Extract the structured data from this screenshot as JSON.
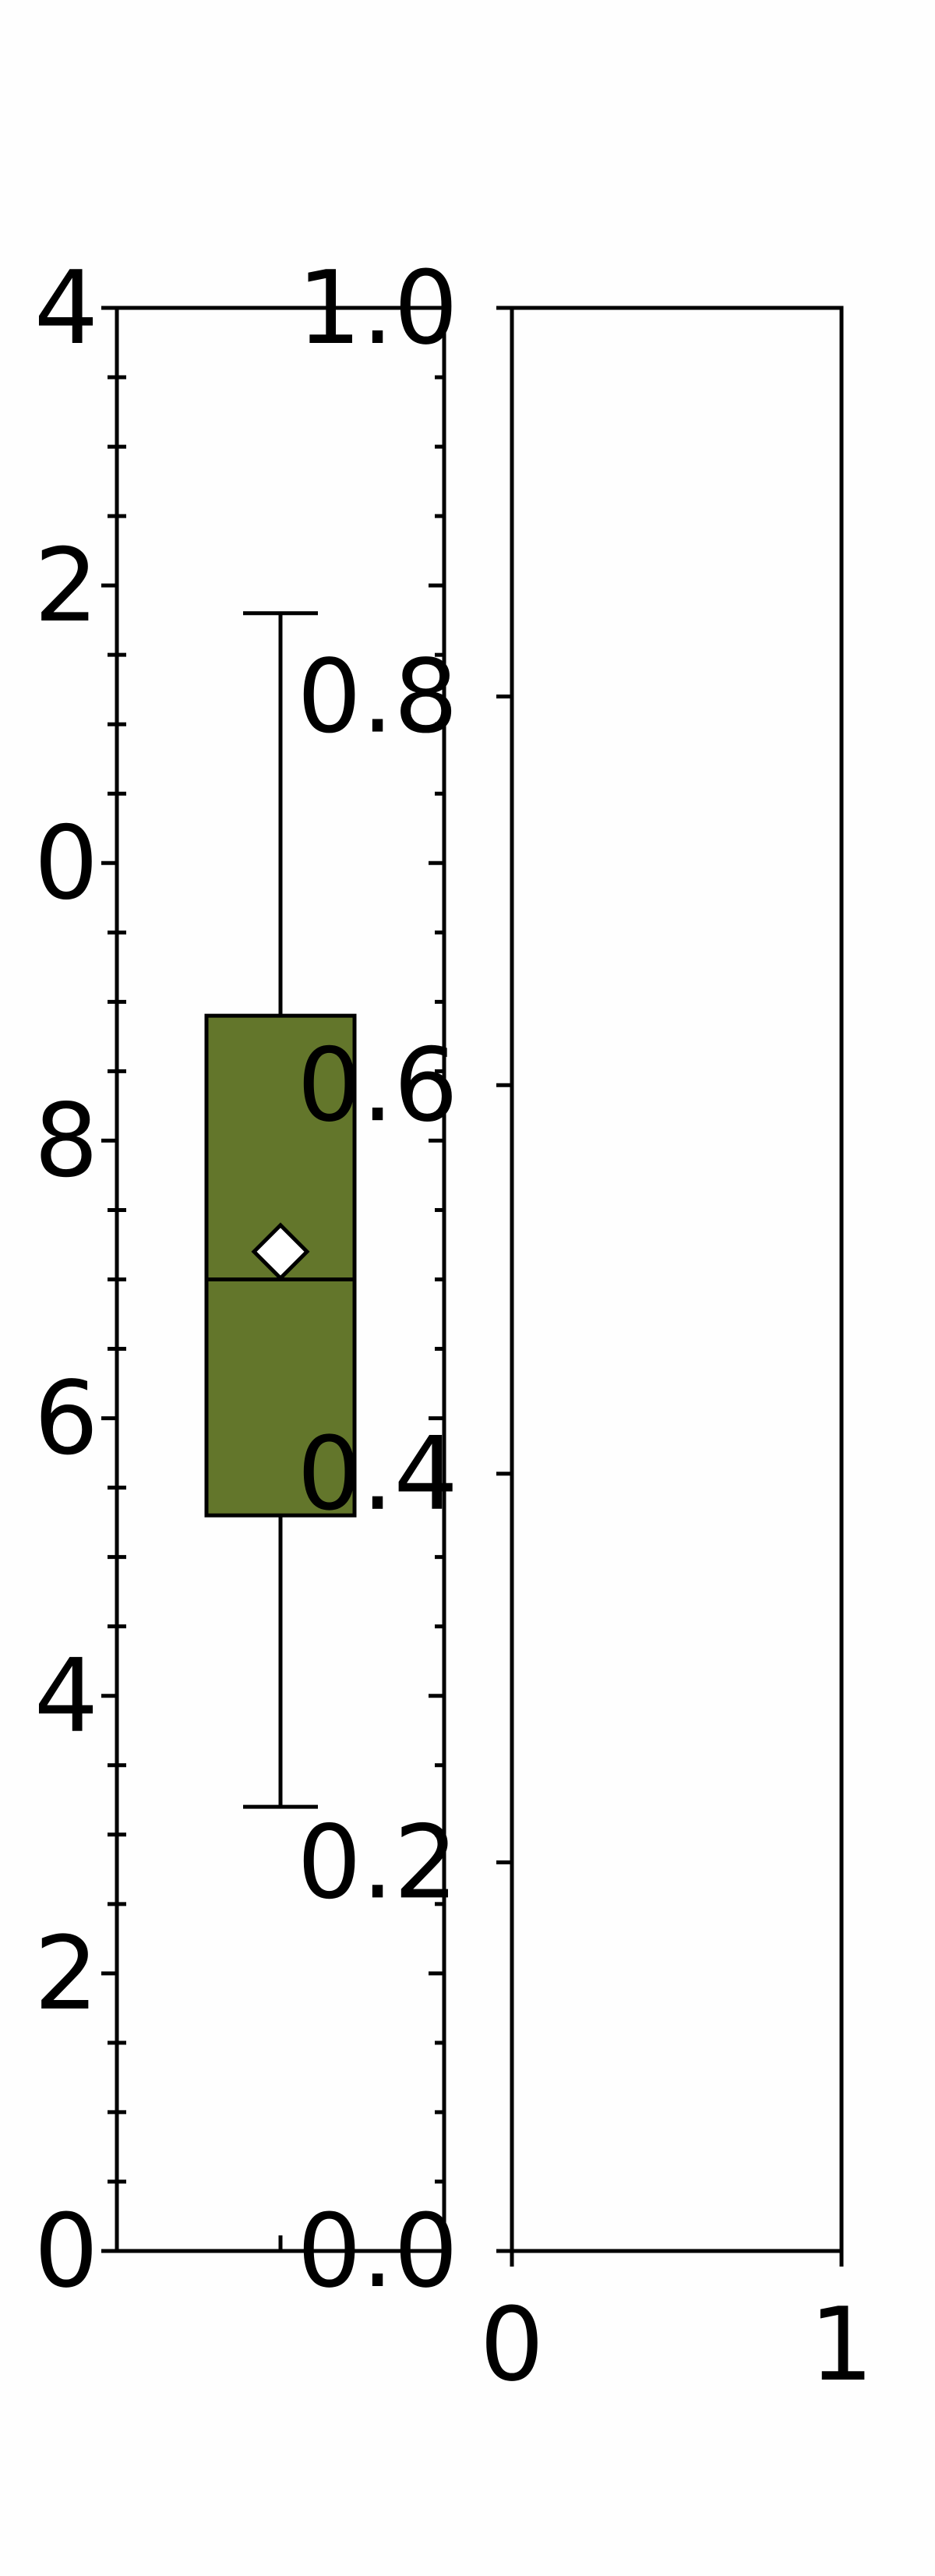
{
  "colors": {
    "background": "#fefefe",
    "box_fill": "#63762b",
    "line": "#000000",
    "mean_marker_fill": "#ffffff"
  },
  "chart_data": [
    {
      "type": "box",
      "title": "",
      "xlabel": "",
      "ylabel": "",
      "y_tick_labels": [
        "0",
        "2",
        "4",
        "6",
        "8",
        "0",
        "2",
        "4"
      ],
      "box": {
        "whisker_low": 3.2,
        "q1": 5.3,
        "median": 7.0,
        "q3": 8.9,
        "whisker_high": 11.8,
        "mean": 7.2
      },
      "grid": false,
      "legend": false
    },
    {
      "type": "scatter",
      "title": "",
      "xlabel": "",
      "ylabel": "",
      "xlim": [
        0,
        1
      ],
      "ylim": [
        0.0,
        1.0
      ],
      "x_tick_labels": [
        "0",
        "1"
      ],
      "y_tick_labels": [
        "0.0",
        "0.2",
        "0.4",
        "0.6",
        "0.8",
        "1.0"
      ],
      "series": [],
      "grid": false,
      "legend": false
    }
  ]
}
